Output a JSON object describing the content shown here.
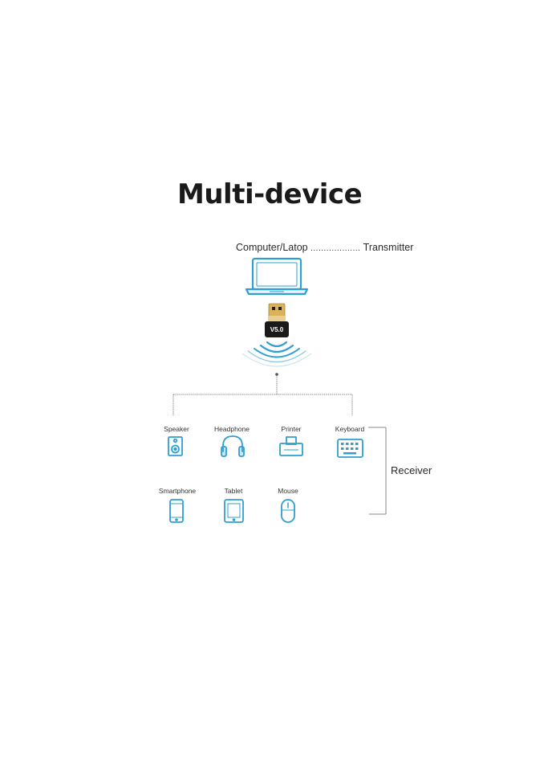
{
  "title": "Multi-device",
  "transmitter": {
    "device": "Computer/Latop",
    "dots": "...................",
    "role": "Transmitter"
  },
  "dongle_label": "V5.0",
  "receiver_label": "Receiver",
  "devices": [
    {
      "name": "Speaker",
      "icon": "speaker-icon"
    },
    {
      "name": "Headphone",
      "icon": "headphone-icon"
    },
    {
      "name": "Printer",
      "icon": "printer-icon"
    },
    {
      "name": "Keyboard",
      "icon": "keyboard-icon"
    },
    {
      "name": "Smartphone",
      "icon": "smartphone-icon"
    },
    {
      "name": "Tablet",
      "icon": "tablet-icon"
    },
    {
      "name": "Mouse",
      "icon": "mouse-icon"
    }
  ],
  "colors": {
    "icon_blue": "#2f9fd3",
    "connector_gray": "#888888",
    "dongle_gold": "#d9b25a",
    "dongle_body": "#1a1a1a"
  }
}
